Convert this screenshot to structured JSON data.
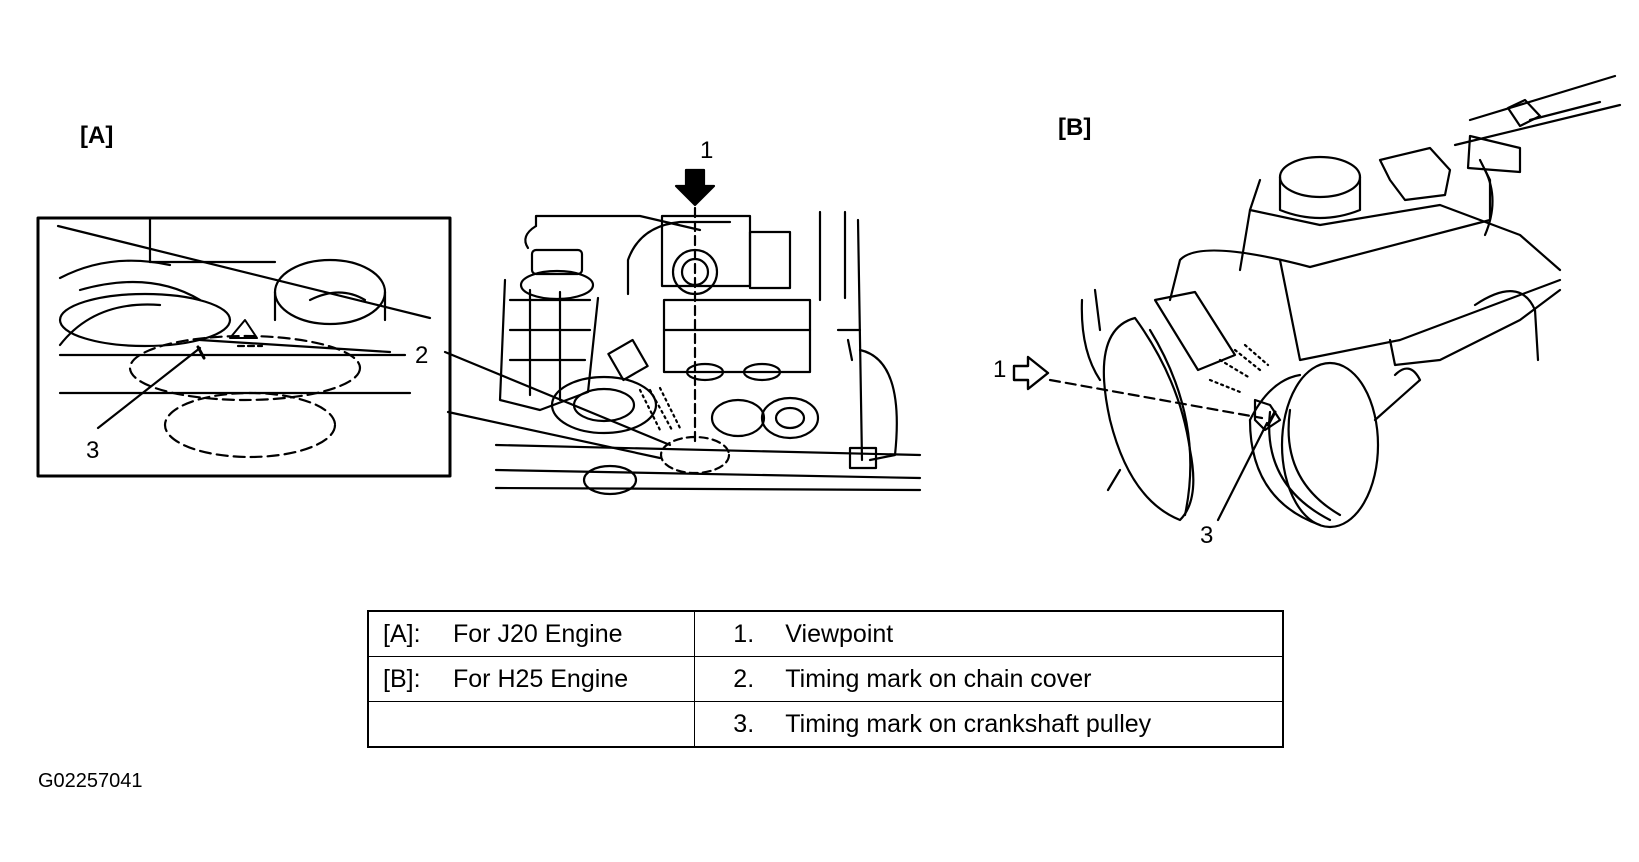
{
  "panels": {
    "a": {
      "label": "[A]"
    },
    "b": {
      "label": "[B]"
    }
  },
  "callouts": {
    "a_inset_2": "2",
    "a_inset_3": "3",
    "a_main_1": "1",
    "b_1": "1",
    "b_3": "3"
  },
  "legend": {
    "rows": [
      {
        "key": "[A]:",
        "engine": "For J20 Engine",
        "num": "1.",
        "desc": "Viewpoint"
      },
      {
        "key": "[B]:",
        "engine": "For H25 Engine",
        "num": "2.",
        "desc": "Timing mark on chain cover"
      },
      {
        "key": "",
        "engine": "",
        "num": "3.",
        "desc": "Timing mark on crankshaft pulley"
      }
    ]
  },
  "figure_id": "G02257041"
}
